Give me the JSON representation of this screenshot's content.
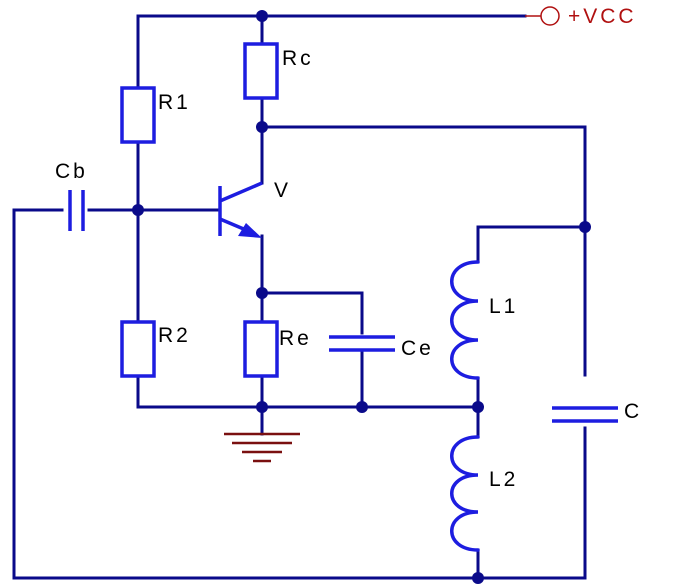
{
  "labels": {
    "vcc": "+VCC",
    "rc": "Rc",
    "r1": "R1",
    "cb": "Cb",
    "v": "V",
    "r2": "R2",
    "re": "Re",
    "ce": "Ce",
    "l1": "L1",
    "l2": "L2",
    "c": "C"
  },
  "colors": {
    "wire": "#0a0a8a",
    "component": "#1d1de0",
    "ground": "#7a1010",
    "supply": "#b01010"
  }
}
